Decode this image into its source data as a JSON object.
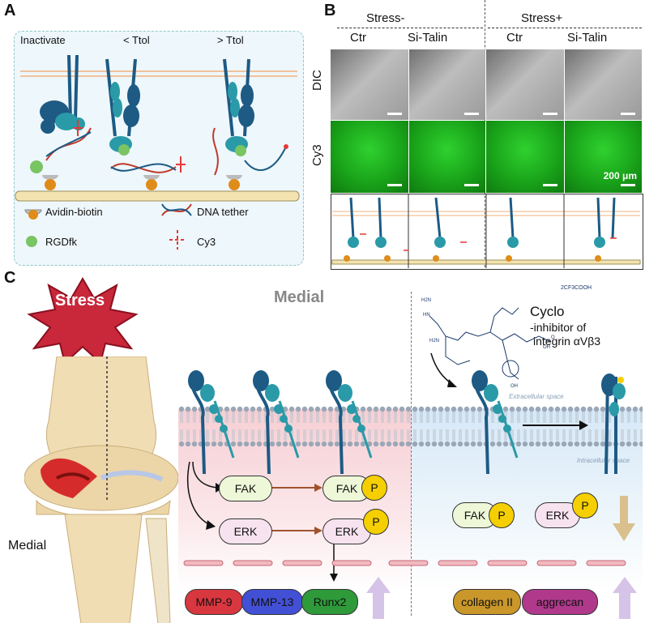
{
  "panelA": {
    "label": "A",
    "states": [
      "Inactivate",
      "< Ttol",
      "> Ttol"
    ],
    "legend": [
      {
        "icon": "avidin-biotin",
        "text": "Avidin-biotin"
      },
      {
        "icon": "rgdfk",
        "text": "RGDfk"
      },
      {
        "icon": "dna-tether",
        "text": "DNA tether"
      },
      {
        "icon": "cy3",
        "text": "Cy3"
      }
    ]
  },
  "panelB": {
    "label": "B",
    "groups": [
      "Stress-",
      "Stress+"
    ],
    "columns": [
      "Ctr",
      "Si-Talin",
      "Ctr",
      "Si-Talin"
    ],
    "rows": [
      "DIC",
      "Cy3"
    ],
    "scalebar": "200 μm"
  },
  "panelC": {
    "label": "C",
    "stress": "Stress",
    "medial_title": "Medial",
    "medial_knee": "Medial",
    "formula_salt": "2CF3COOH",
    "cyclo_title": "Cyclo",
    "cyclo_desc1": "-inhibitor of",
    "cyclo_desc2": "integrin αVβ3",
    "extracellular": "Extracellular space",
    "intracellular": "Intracellular space",
    "kinases": {
      "fak": "FAK",
      "erk": "ERK",
      "p": "P"
    },
    "outputs_left": [
      "MMP-9",
      "MMP-13",
      "Runx2"
    ],
    "outputs_right": [
      "collagen II",
      "aggrecan"
    ]
  },
  "colors": {
    "integrin_dark": "#1d5a84",
    "integrin_teal": "#2a9aa8",
    "cy3_green": "#27c427",
    "stress_red": "#c8283a",
    "fak_fill": "#eef7d8",
    "erk_fill": "#f7e3ef",
    "p_yellow": "#f5cf00",
    "mmp9": "#d9373f",
    "mmp13": "#4250d6",
    "runx2": "#2e9a3a",
    "collagen": "#c9972a",
    "aggrecan": "#b0398c"
  }
}
